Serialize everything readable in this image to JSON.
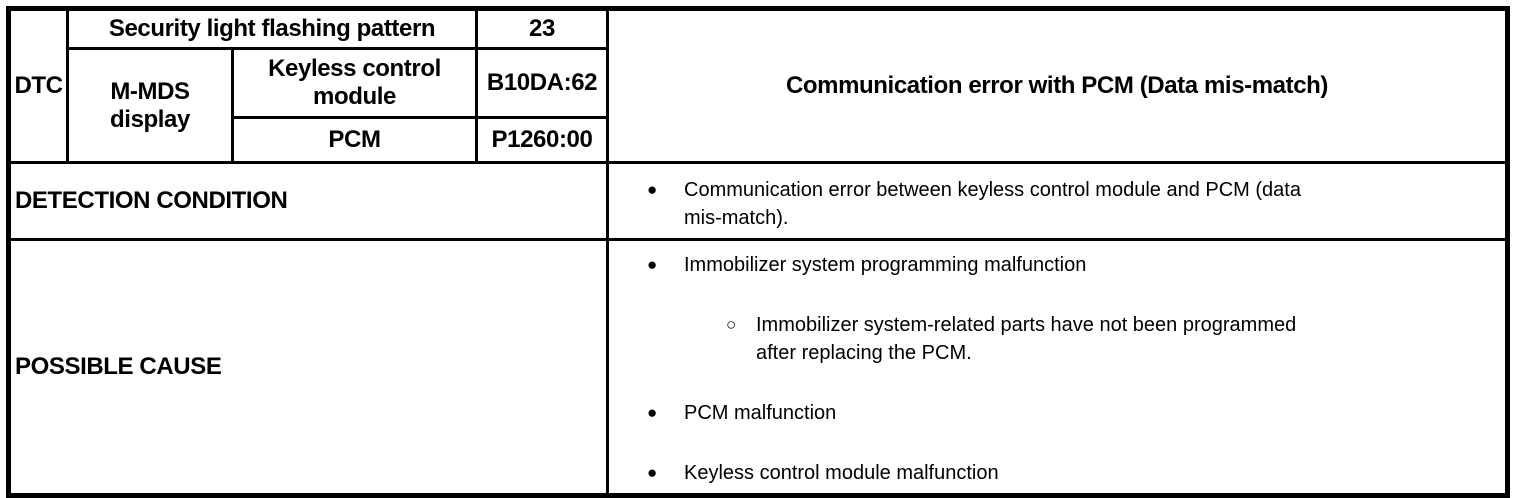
{
  "colors": {
    "text": "#000000",
    "border": "#000000",
    "background": "#ffffff"
  },
  "icons": {
    "bullet": "●",
    "sub_bullet": "○"
  },
  "dtc_table": {
    "dtc_label": "DTC",
    "security_light": {
      "label": "Security light flashing pattern",
      "code": "23"
    },
    "mmds_label": "M-MDS display",
    "mmds_rows": [
      {
        "source": "Keyless control module",
        "code": "B10DA:62"
      },
      {
        "source": "PCM",
        "code": "P1260:00"
      }
    ],
    "description": "Communication error with PCM (Data mis-match)",
    "detection_condition": {
      "label": "DETECTION CONDITION",
      "items": [
        {
          "level": 1,
          "text": "Communication error between keyless control module and PCM (data mis-match)."
        }
      ]
    },
    "possible_cause": {
      "label": "POSSIBLE CAUSE",
      "items": [
        {
          "level": 1,
          "text": "Immobilizer system programming malfunction"
        },
        {
          "level": 2,
          "text": "Immobilizer system-related parts have not been programmed after replacing the PCM."
        },
        {
          "level": 1,
          "text": "PCM malfunction"
        },
        {
          "level": 1,
          "text": "Keyless control module malfunction"
        }
      ]
    }
  }
}
